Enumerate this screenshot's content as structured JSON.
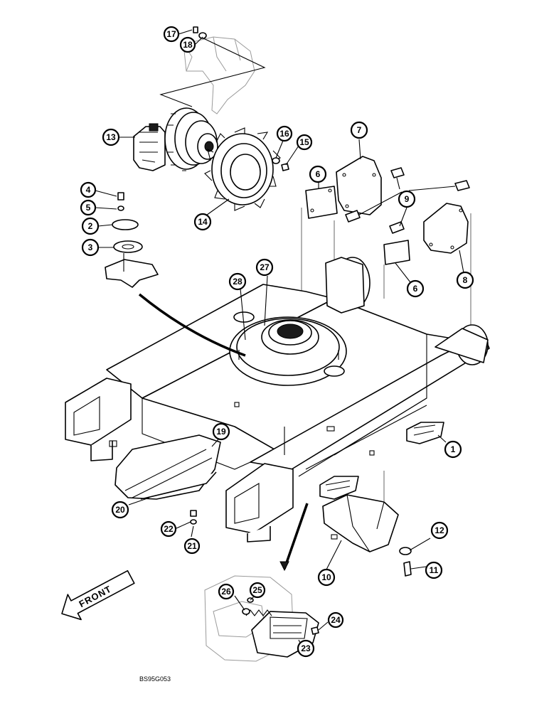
{
  "diagram": {
    "drawing_code": "BS95G053",
    "direction_label": "FRONT",
    "callouts": [
      {
        "id": "c1",
        "label": "1"
      },
      {
        "id": "c2",
        "label": "2"
      },
      {
        "id": "c3",
        "label": "3"
      },
      {
        "id": "c4",
        "label": "4"
      },
      {
        "id": "c5",
        "label": "5"
      },
      {
        "id": "c6a",
        "label": "6"
      },
      {
        "id": "c6b",
        "label": "6"
      },
      {
        "id": "c7",
        "label": "7"
      },
      {
        "id": "c8",
        "label": "8"
      },
      {
        "id": "c9",
        "label": "9"
      },
      {
        "id": "c10",
        "label": "10"
      },
      {
        "id": "c11",
        "label": "11"
      },
      {
        "id": "c12",
        "label": "12"
      },
      {
        "id": "c13",
        "label": "13"
      },
      {
        "id": "c14",
        "label": "14"
      },
      {
        "id": "c15",
        "label": "15"
      },
      {
        "id": "c16",
        "label": "16"
      },
      {
        "id": "c17",
        "label": "17"
      },
      {
        "id": "c18",
        "label": "18"
      },
      {
        "id": "c19",
        "label": "19"
      },
      {
        "id": "c20",
        "label": "20"
      },
      {
        "id": "c21",
        "label": "21"
      },
      {
        "id": "c22",
        "label": "22"
      },
      {
        "id": "c23",
        "label": "23"
      },
      {
        "id": "c24",
        "label": "24"
      },
      {
        "id": "c25",
        "label": "25"
      },
      {
        "id": "c26",
        "label": "26"
      },
      {
        "id": "c27",
        "label": "27"
      },
      {
        "id": "c28",
        "label": "28"
      }
    ]
  }
}
